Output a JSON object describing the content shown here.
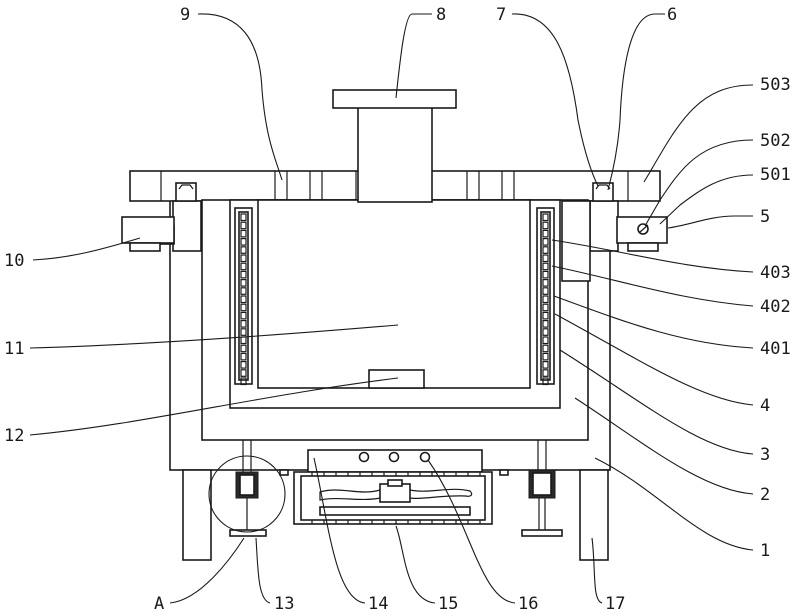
{
  "figure": {
    "type": "patent-technical-drawing",
    "description": "Front cross-section of an apparatus with numbered reference parts"
  },
  "labels": {
    "l1": "1",
    "l2": "2",
    "l3": "3",
    "l4": "4",
    "l401": "401",
    "l402": "402",
    "l403": "403",
    "l5": "5",
    "l501": "501",
    "l502": "502",
    "l503": "503",
    "l6": "6",
    "l7": "7",
    "l8": "8",
    "l9": "9",
    "l10": "10",
    "l11": "11",
    "l12": "12",
    "l13": "13",
    "l14": "14",
    "l15": "15",
    "l16": "16",
    "l17": "17",
    "lA": "A"
  }
}
